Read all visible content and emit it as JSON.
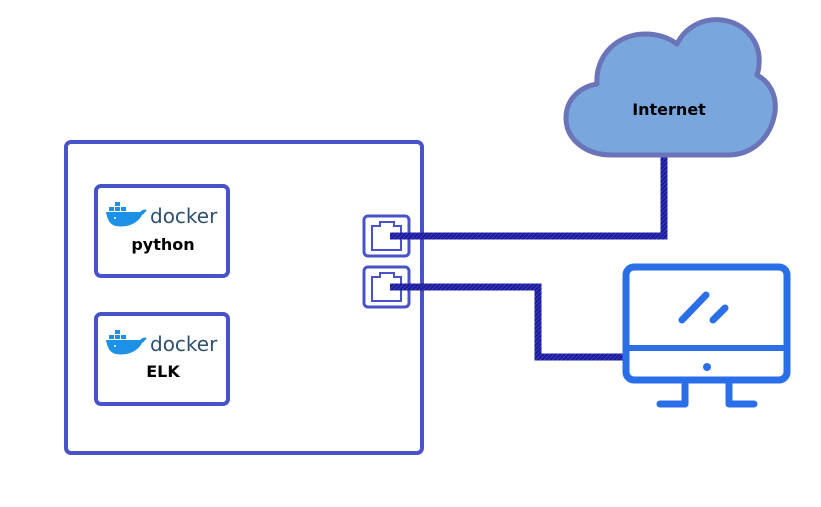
{
  "cloud": {
    "label": "Internet"
  },
  "containers": [
    {
      "brand": "docker",
      "name": "python"
    },
    {
      "brand": "docker",
      "name": "ELK"
    }
  ],
  "icons": {
    "cloud": "cloud-icon",
    "ethernet_port": "ethernet-port-icon",
    "monitor": "monitor-icon",
    "docker_whale": "docker-whale-icon"
  },
  "colors": {
    "host_border": "#4a52c8",
    "cable": "#1a1a9c",
    "cloud_fill": "#7aa6de",
    "cloud_border": "#6b74b8",
    "monitor": "#2a6ee8",
    "docker_blue": "#1d91e6",
    "docker_navy": "#2f4f6f"
  }
}
